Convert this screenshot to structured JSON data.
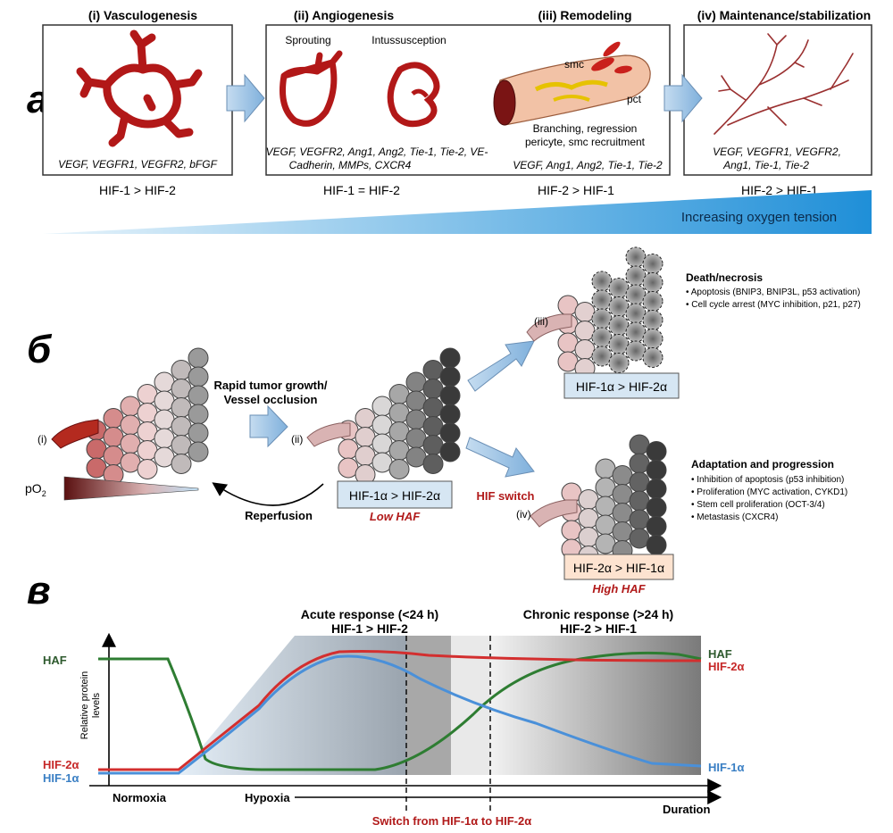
{
  "panel_a": {
    "letter": "а",
    "stages": [
      {
        "title": "(i) Vasculogenesis",
        "genes": "VEGF, VEGFR1, VEGFR2, bFGF",
        "hif": "HIF-1 > HIF-2"
      },
      {
        "title": "(ii) Angiogenesis",
        "sub1": "Sprouting",
        "sub2": "Intussusception",
        "genes_line1": "VEGF, VEGFR2, Ang1, Ang2, Tie-1, Tie-2, VE-",
        "genes_line2": "Cadherin, MMPs, CXCR4",
        "hif": "HIF-1 = HIF-2"
      },
      {
        "title": "(iii) Remodeling",
        "smc": "smc",
        "pct": "pct",
        "desc_line1": "Branching, regression",
        "desc_line2": "pericyte, smc recruitment",
        "genes": "VEGF, Ang1, Ang2, Tie-1, Tie-2",
        "hif": "HIF-2 > HIF-1"
      },
      {
        "title": "(iv) Maintenance/stabilization",
        "genes_line1": "VEGF, VEGFR1, VEGFR2,",
        "genes_line2": "Ang1, Tie-1, Tie-2",
        "hif": "HIF-2 > HIF-1"
      }
    ],
    "oxygen_label": "Increasing oxygen tension"
  },
  "panel_b": {
    "letter": "б",
    "label_i": "(i)",
    "label_ii": "(ii)",
    "label_iii": "(iii)",
    "label_iv": "(iv)",
    "growth_line1": "Rapid tumor growth/",
    "growth_line2": "Vessel occlusion",
    "po2": "pO",
    "po2_sub": "2",
    "reperfusion": "Reperfusion",
    "box_ii": "HIF-1α > HIF-2α",
    "low_haf": "Low HAF",
    "hif_switch": "HIF switch",
    "box_iii": "HIF-1α > HIF-2α",
    "box_iv": "HIF-2α > HIF-1α",
    "high_haf": "High HAF",
    "death_title": "Death/necrosis",
    "death_items": [
      "• Apoptosis (BNIP3, BNIP3L, p53 activation)",
      "• Cell cycle arrest (MYC inhibition, p21, p27)"
    ],
    "adapt_title": "Adaptation and progression",
    "adapt_items": [
      "• Inhibition of apoptosis (p53 inhibition)",
      "• Proliferation (MYC activation, CYKD1)",
      "• Stem cell proliferation (OCT-3/4)",
      "• Metastasis (CXCR4)"
    ]
  },
  "panel_c": {
    "letter": "в",
    "acute_line1": "Acute response (<24 h)",
    "acute_line2": "HIF-1 > HIF-2",
    "chronic_line1": "Chronic response (>24 h)",
    "chronic_line2": "HIF-2 > HIF-1",
    "ylabel_line1": "Relative protein",
    "ylabel_line2": "levels",
    "left_haf": "HAF",
    "left_hif2": "HIF-2α",
    "left_hif1": "HIF-1α",
    "right_haf": "HAF",
    "right_hif2": "HIF-2α",
    "right_hif1": "HIF-1α",
    "normoxia": "Normoxia",
    "hypoxia": "Hypoxia",
    "duration": "Duration",
    "switch": "Switch from HIF-1α to HIF-2α",
    "colors": {
      "haf": "#2e7d32",
      "hif2": "#d32f2f",
      "hif1": "#4a90d9"
    }
  }
}
